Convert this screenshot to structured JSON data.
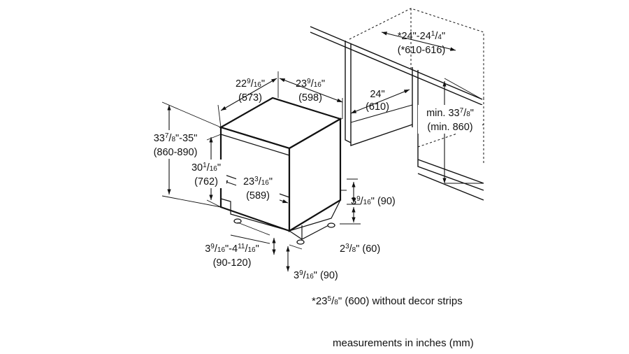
{
  "labels": {
    "cab_depth": {
      "l1": "*24\"-24",
      "f1n": "1",
      "f1d": "4",
      "l1s": "\"",
      "l2": "(*610-616)"
    },
    "cab_width": {
      "l1": "24\"",
      "l2": "(610)"
    },
    "cab_height": {
      "l1a": "min. 33",
      "fn": "7",
      "fd": "8",
      "l1b": "\"",
      "l2": "(min. 860)"
    },
    "dw_depth": {
      "w": "22",
      "fn": "9",
      "fd": "16",
      "s": "\"",
      "l2": "(573)"
    },
    "dw_width": {
      "w": "23",
      "fn": "9",
      "fd": "16",
      "s": "\"",
      "l2": "(598)"
    },
    "dw_height": {
      "w": "33",
      "fn": "7",
      "fd": "8",
      "s": "\"-35\"",
      "l2": "(860-890)"
    },
    "door_height": {
      "w": "30",
      "fn": "1",
      "fd": "16",
      "s": "\"",
      "l2": "(762)"
    },
    "door_width": {
      "w": "23",
      "fn": "3",
      "fd": "16",
      "s": "\"",
      "l2": "(589)"
    },
    "toe_height": {
      "w": "3",
      "fn": "9",
      "fd": "16",
      "s": "\" (90)"
    },
    "foot_height": {
      "w": "2",
      "fn": "3",
      "fd": "8",
      "s": "\" (60)"
    },
    "leg_range": {
      "w1": "3",
      "f1n": "9",
      "f1d": "16",
      "m": "\"-4",
      "f2n": "11",
      "f2d": "16",
      "s": "\"",
      "l2": "(90-120)"
    },
    "kick_depth": {
      "w": "3",
      "fn": "9",
      "fd": "16",
      "s": "\" (90)"
    }
  },
  "notes": {
    "footnote_pre": "*23",
    "footnote_fn": "5",
    "footnote_fd": "8",
    "footnote_post": "\" (600) without decor strips",
    "units": "measurements in inches (mm)"
  }
}
